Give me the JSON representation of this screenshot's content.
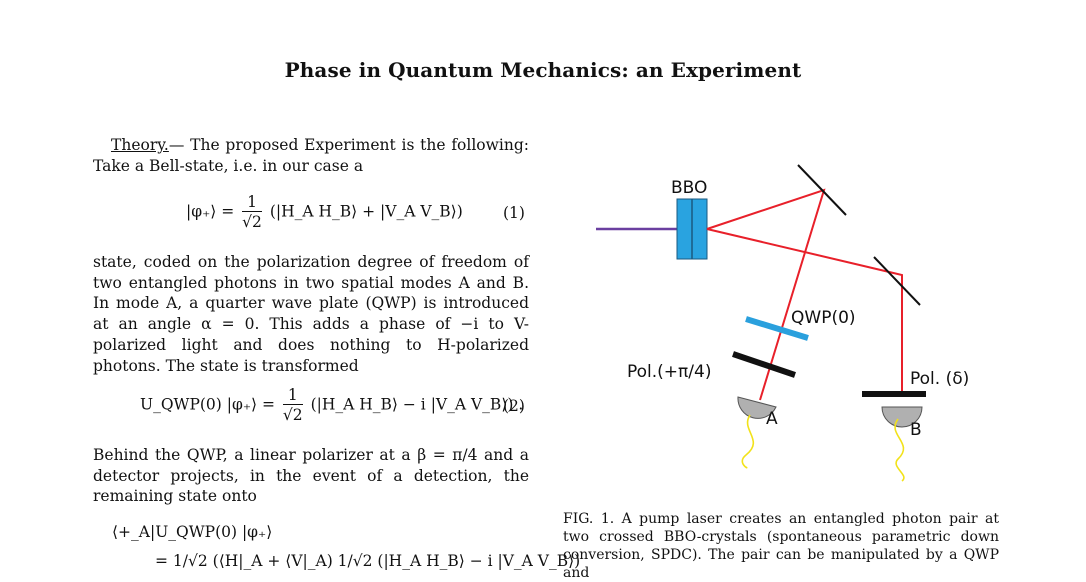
{
  "title": "Phase in Quantum Mechanics: an Experiment",
  "para1": {
    "heading": "Theory.",
    "text": "— The proposed Experiment is the following: Take a Bell-state, i.e. in our case a"
  },
  "eq1": {
    "lhs": "|φ₊⟩ =",
    "frac_num": "1",
    "frac_den": "√2",
    "rhs": "(|H_A H_B⟩ + |V_A V_B⟩)",
    "number": "(1)"
  },
  "para2": "state, coded on the polarization degree of freedom of two entangled photons in two spatial modes A and B. In mode A, a quarter wave plate (QWP) is introduced at an angle α = 0. This adds a phase of −i to V-polarized light and does nothing to H-polarized photons. The state is transformed",
  "eq2": {
    "lhs": "U_QWP(0) |φ₊⟩ =",
    "frac_num": "1",
    "frac_den": "√2",
    "rhs": "(|H_A H_B⟩ − i |V_A V_B⟩) .",
    "number": "(2)"
  },
  "para3": "Behind the QWP, a linear polarizer at a β = π/4 and a detector projects, in the event of a detection, the remaining state onto",
  "eq3": {
    "line1": "⟨+_A|U_QWP(0) |φ₊⟩",
    "line2": "= 1/√2 (⟨H|_A + ⟨V|_A) 1/√2 (|H_A H_B⟩ − i |V_A V_B⟩)"
  },
  "figure": {
    "labels": {
      "bbo": "BBO",
      "qwp": "QWP(0)",
      "pol_a": "Pol.(+π/4)",
      "pol_b": "Pol. (δ)",
      "det_a": "A",
      "det_b": "B"
    },
    "colors": {
      "pump": "#6a3fa0",
      "beam": "#e8202a",
      "crystal": "#29a3e0",
      "qwp": "#2aa0dd",
      "polarizer": "#111111",
      "detector": "#b0b0b0",
      "fiber": "#f2e21a"
    }
  },
  "caption": "FIG. 1. A pump laser creates an entangled photon pair at two crossed BBO-crystals (spontaneous parametric down conversion, SPDC). The pair can be manipulated by a QWP and"
}
